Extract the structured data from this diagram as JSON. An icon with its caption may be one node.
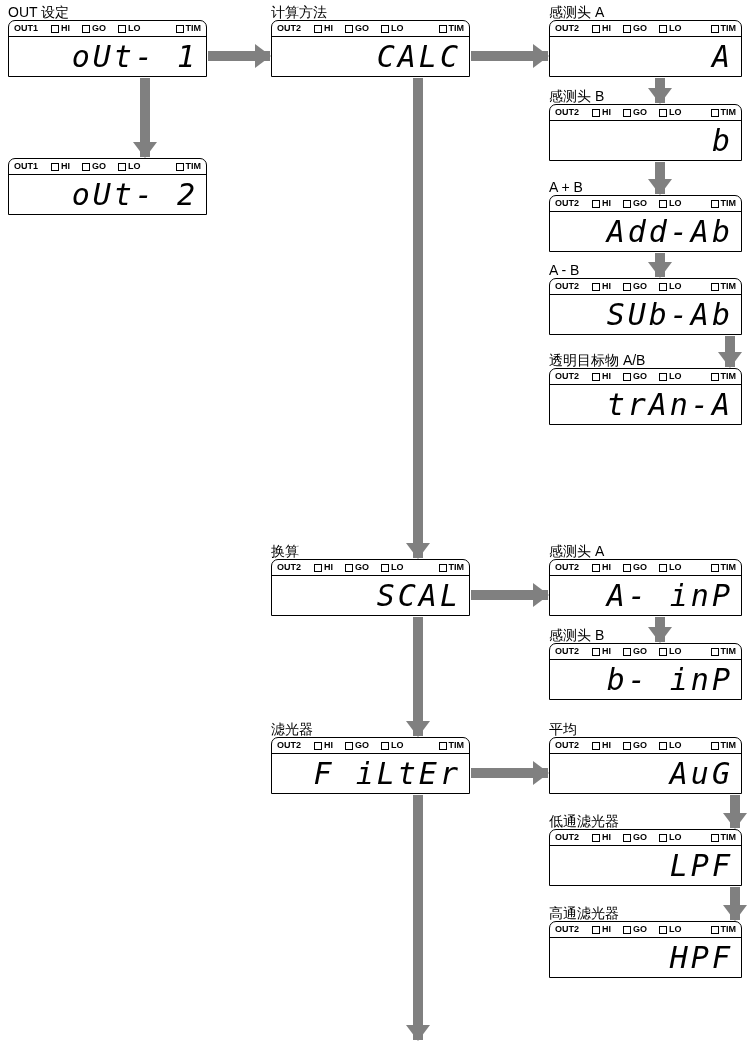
{
  "diagram": {
    "nodes": [
      {
        "text": [
          "OUT 设定",
          "OUT1",
          "HI",
          "GO",
          "LO",
          "TIM",
          "oUt- 1"
        ]
      },
      {
        "text": [
          "OUT1",
          "HI",
          "GO",
          "LO",
          "TIM",
          "oUt- 2"
        ]
      },
      {
        "text": [
          "计算方法",
          "OUT2",
          "HI",
          "GO",
          "LO",
          "TIM",
          "CALC"
        ]
      },
      {
        "text": [
          "感测头 A",
          "OUT2",
          "HI",
          "GO",
          "LO",
          "TIM",
          "A"
        ]
      },
      {
        "text": [
          "感测头 B",
          "OUT2",
          "HI",
          "GO",
          "LO",
          "TIM",
          "b"
        ]
      },
      {
        "text": [
          "A + B",
          "OUT2",
          "HI",
          "GO",
          "LO",
          "TIM",
          "Add-Ab"
        ]
      },
      {
        "text": [
          "A - B",
          "OUT2",
          "HI",
          "GO",
          "LO",
          "TIM",
          "SUb-Ab"
        ]
      },
      {
        "text": [
          "透明目标物 A/B",
          "OUT2",
          "HI",
          "GO",
          "LO",
          "TIM",
          "trAn-A"
        ]
      },
      {
        "text": [
          "换算",
          "OUT2",
          "HI",
          "GO",
          "LO",
          "TIM",
          "SCAL"
        ]
      },
      {
        "text": [
          "感测头 A",
          "OUT2",
          "HI",
          "GO",
          "LO",
          "TIM",
          "A- inP"
        ]
      },
      {
        "text": [
          "感测头 B",
          "OUT2",
          "HI",
          "GO",
          "LO",
          "TIM",
          "b- inP"
        ]
      },
      {
        "text": [
          "滤光器",
          "OUT2",
          "HI",
          "GO",
          "LO",
          "TIM",
          "F iLtEr"
        ]
      },
      {
        "text": [
          "平均",
          "OUT2",
          "HI",
          "GO",
          "LO",
          "TIM",
          "AuG"
        ]
      },
      {
        "text": [
          "低通滤光器",
          "OUT2",
          "HI",
          "GO",
          "LO",
          "TIM",
          "LPF"
        ]
      },
      {
        "text": [
          "高通滤光器",
          "OUT2",
          "HI",
          "GO",
          "LO",
          "TIM",
          "HPF"
        ]
      }
    ],
    "edges": [
      {
        "from": 0,
        "to": 1,
        "arrow": "to"
      },
      {
        "from": 0,
        "to": 2,
        "arrow": "to"
      },
      {
        "from": 2,
        "to": 3,
        "arrow": "to"
      },
      {
        "from": 3,
        "to": 4,
        "arrow": "to"
      },
      {
        "from": 4,
        "to": 5,
        "arrow": "to"
      },
      {
        "from": 5,
        "to": 6,
        "arrow": "to"
      },
      {
        "from": 6,
        "to": 7,
        "arrow": "to"
      },
      {
        "from": 2,
        "to": 8,
        "arrow": "to"
      },
      {
        "from": 8,
        "to": 9,
        "arrow": "to"
      },
      {
        "from": 9,
        "to": 10,
        "arrow": "to"
      },
      {
        "from": 8,
        "to": 11,
        "arrow": "to"
      },
      {
        "from": 11,
        "to": 12,
        "arrow": "to"
      },
      {
        "from": 12,
        "to": 13,
        "arrow": "to"
      },
      {
        "from": 13,
        "to": 14,
        "arrow": "to"
      },
      {
        "from": 11,
        "to": null,
        "arrow": "to"
      }
    ]
  }
}
